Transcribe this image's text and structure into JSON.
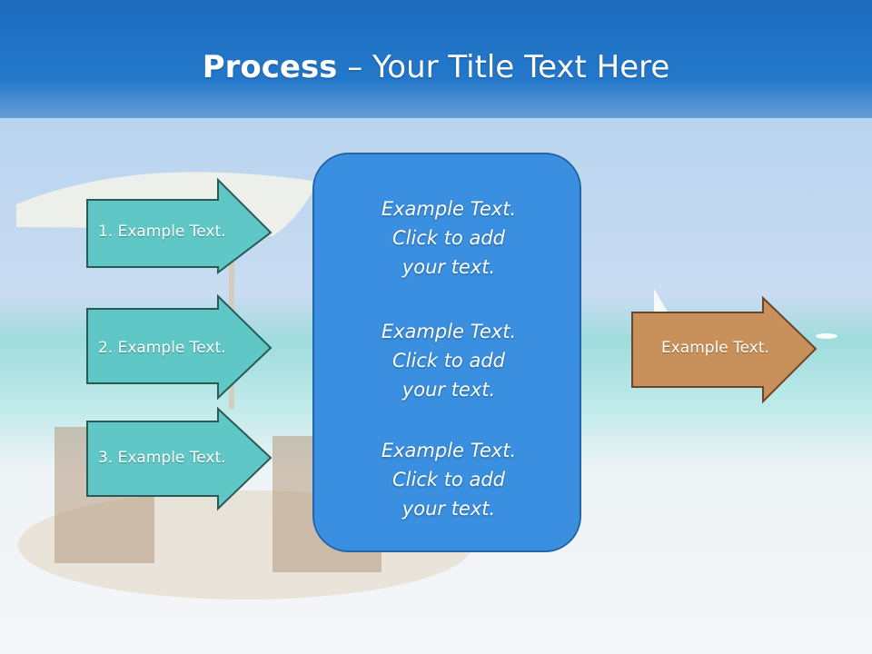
{
  "title": {
    "bold": "Process",
    "rest": " – Your Title Text Here"
  },
  "steps": [
    {
      "label": "1. Example Text."
    },
    {
      "label": "2. Example Text."
    },
    {
      "label": "3. Example Text."
    }
  ],
  "center_box": {
    "paragraphs": [
      {
        "lines": [
          "Example Text.",
          "Click  to add",
          "your text."
        ]
      },
      {
        "lines": [
          "Example Text.",
          "Click  to add",
          "your text."
        ]
      },
      {
        "lines": [
          "Example Text.",
          "Click  to add",
          "your text."
        ]
      }
    ]
  },
  "output": {
    "label": "Example Text."
  },
  "colors": {
    "step_fill": "#5fc7c6",
    "step_border": "#2a5a55",
    "box_fill": "#3a8fe0",
    "output_fill": "#c8915b",
    "output_border": "#6b4526"
  }
}
